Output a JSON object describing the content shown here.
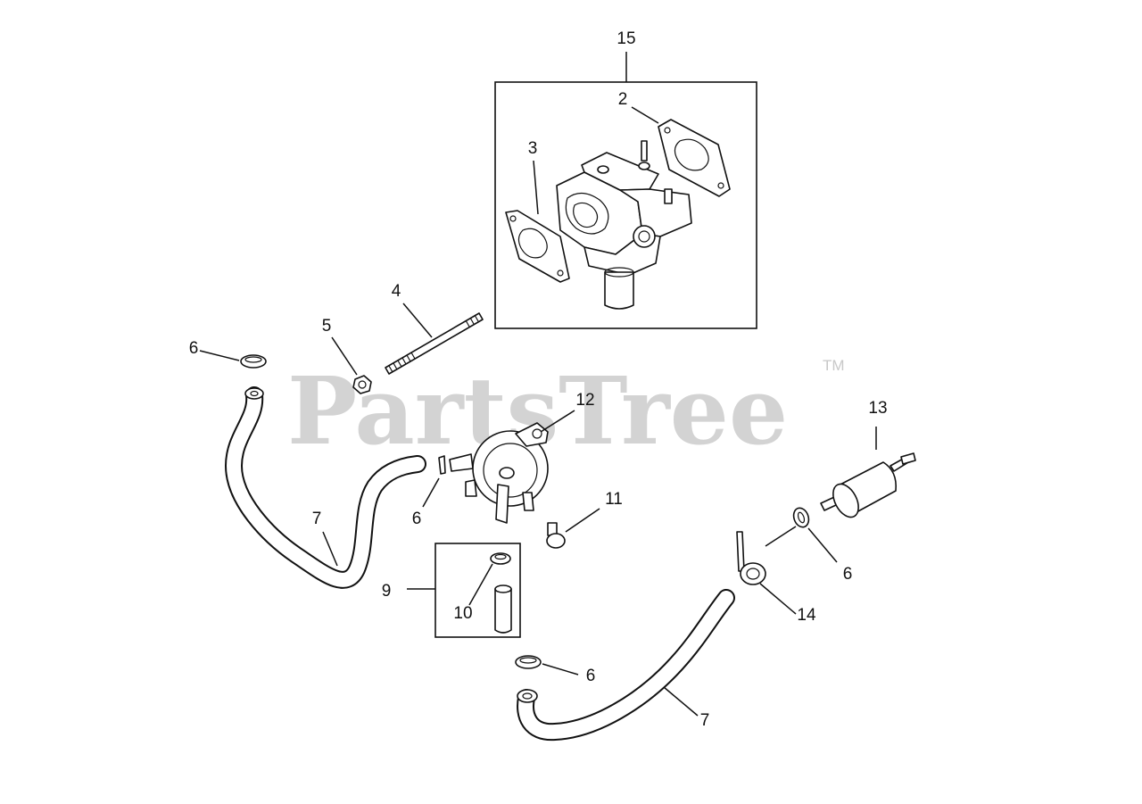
{
  "watermark": {
    "text": "PartsTree",
    "trademark": "TM"
  },
  "callouts": {
    "c15": "15",
    "c2": "2",
    "c3": "3",
    "c4": "4",
    "c5": "5",
    "c6a": "6",
    "c12": "12",
    "c13": "13",
    "c6b": "6",
    "c11": "11",
    "c7a": "7",
    "c9": "9",
    "c10": "10",
    "c6c": "6",
    "c14": "14",
    "c6d": "6",
    "c7b": "7"
  }
}
